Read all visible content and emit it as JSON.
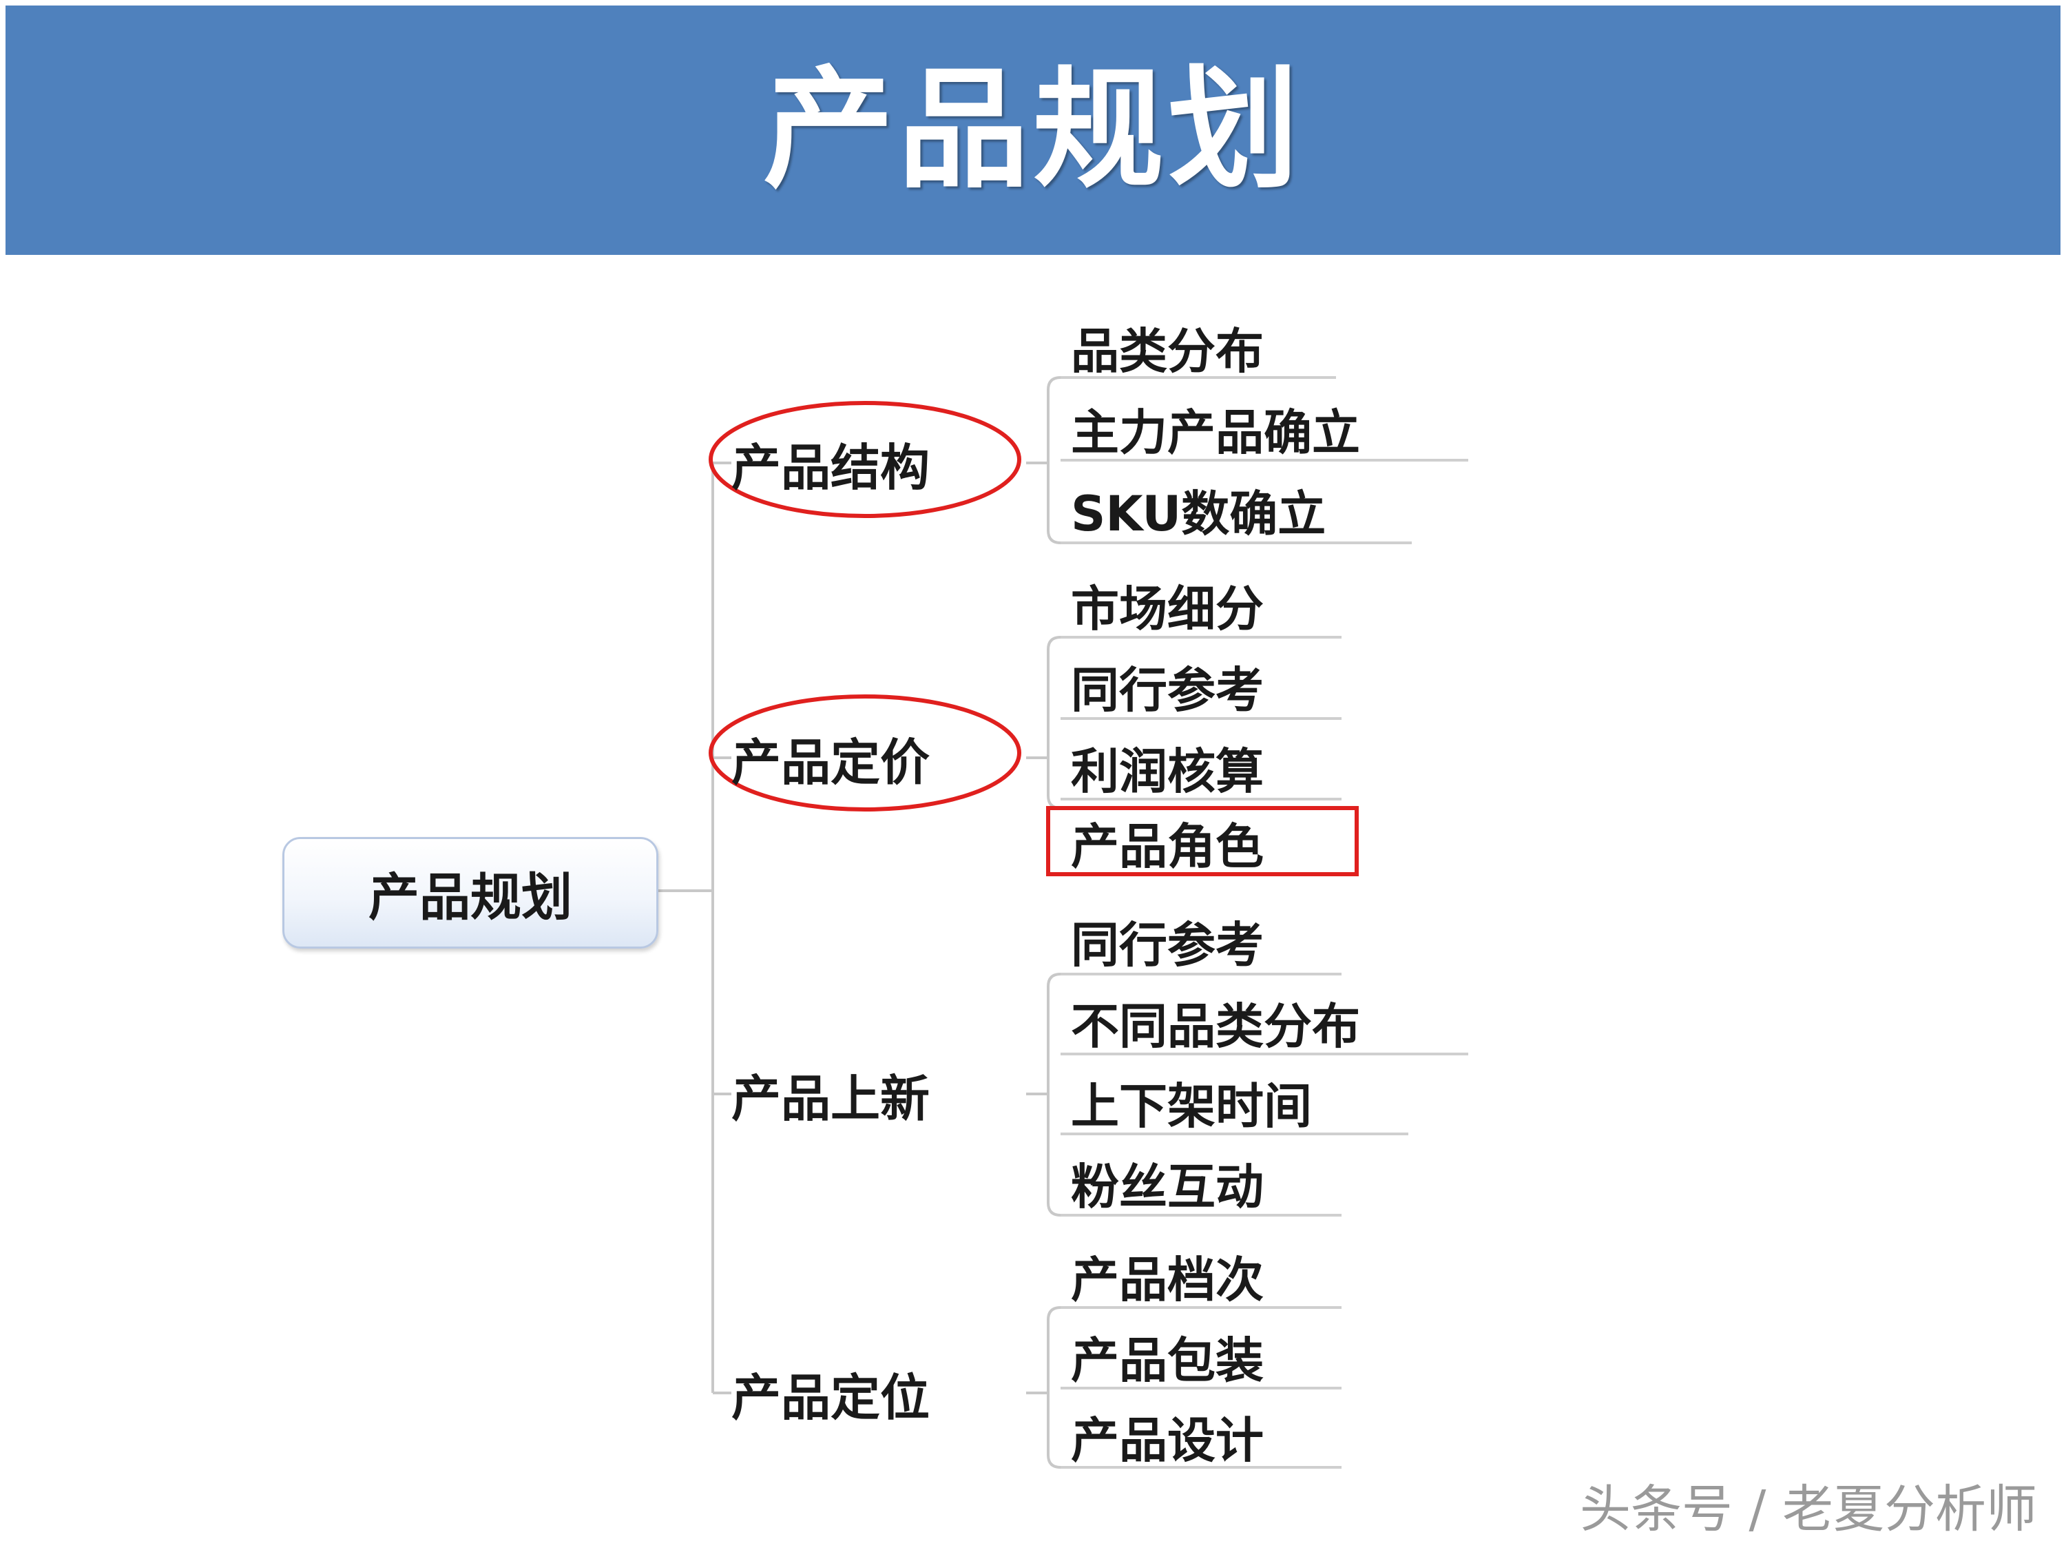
{
  "header": {
    "title": "产品规划"
  },
  "mindmap": {
    "root": "产品规划",
    "branches": [
      {
        "label": "产品结构",
        "children": [
          "品类分布",
          "主力产品确立",
          "SKU数确立"
        ]
      },
      {
        "label": "产品定价",
        "children": [
          "市场细分",
          "同行参考",
          "利润核算",
          "产品角色"
        ]
      },
      {
        "label": "产品上新",
        "children": [
          "同行参考",
          "不同品类分布",
          "上下架时间",
          "粉丝互动"
        ]
      },
      {
        "label": "产品定位",
        "children": [
          "产品档次",
          "产品包装",
          "产品设计"
        ]
      }
    ]
  },
  "watermark": "头条号 / 老夏分析师",
  "colors": {
    "banner": "#4f81bd",
    "highlight": "#e0201e",
    "connector": "#c8c8c8"
  }
}
